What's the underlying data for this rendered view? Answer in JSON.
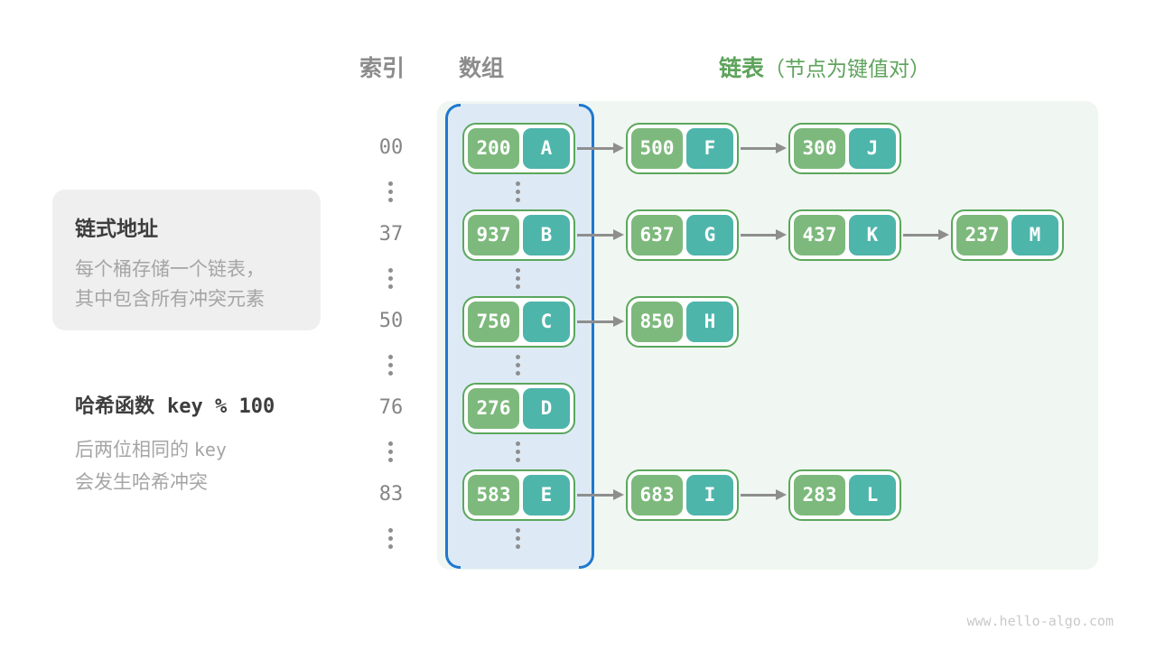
{
  "header": {
    "index_label": "索引",
    "array_label": "数组",
    "list_label": "链表",
    "list_annotation": "（节点为键值对）"
  },
  "notes": {
    "box": {
      "title": "链式地址",
      "lines": [
        "每个桶存储一个链表，",
        "其中包含所有冲突元素"
      ]
    },
    "hash": {
      "title_text": "哈希函数",
      "title_code": "key % 100",
      "line1_text": "后两位相同的",
      "line1_code": "key",
      "line2_text": "会发生哈希冲突"
    }
  },
  "rows": [
    {
      "index": "00",
      "nodes": [
        {
          "key": "200",
          "value": "A"
        },
        {
          "key": "500",
          "value": "F"
        },
        {
          "key": "300",
          "value": "J"
        }
      ]
    },
    {
      "index": "37",
      "nodes": [
        {
          "key": "937",
          "value": "B"
        },
        {
          "key": "637",
          "value": "G"
        },
        {
          "key": "437",
          "value": "K"
        },
        {
          "key": "237",
          "value": "M"
        }
      ]
    },
    {
      "index": "50",
      "nodes": [
        {
          "key": "750",
          "value": "C"
        },
        {
          "key": "850",
          "value": "H"
        }
      ]
    },
    {
      "index": "76",
      "nodes": [
        {
          "key": "276",
          "value": "D"
        }
      ]
    },
    {
      "index": "83",
      "nodes": [
        {
          "key": "583",
          "value": "E"
        },
        {
          "key": "683",
          "value": "I"
        },
        {
          "key": "283",
          "value": "L"
        }
      ]
    }
  ],
  "watermark": "www.hello-algo.com",
  "colors": {
    "key_green": "#7db97c",
    "value_teal": "#4eb5ab",
    "node_border_green": "#5ba75c",
    "array_fill": "#ddeaf6",
    "array_border_blue": "#1e78cf",
    "list_panel_fill": "#f0f6f1",
    "accent_green_text": "#5ea35b",
    "gray_text": "#8c8c8c",
    "muted_text": "#a5a5a5",
    "dark_text": "#3d3d3d",
    "arrow_gray": "#8e8e8e",
    "note_box_fill": "#efefef",
    "watermark_gray": "#c9c9c9"
  }
}
